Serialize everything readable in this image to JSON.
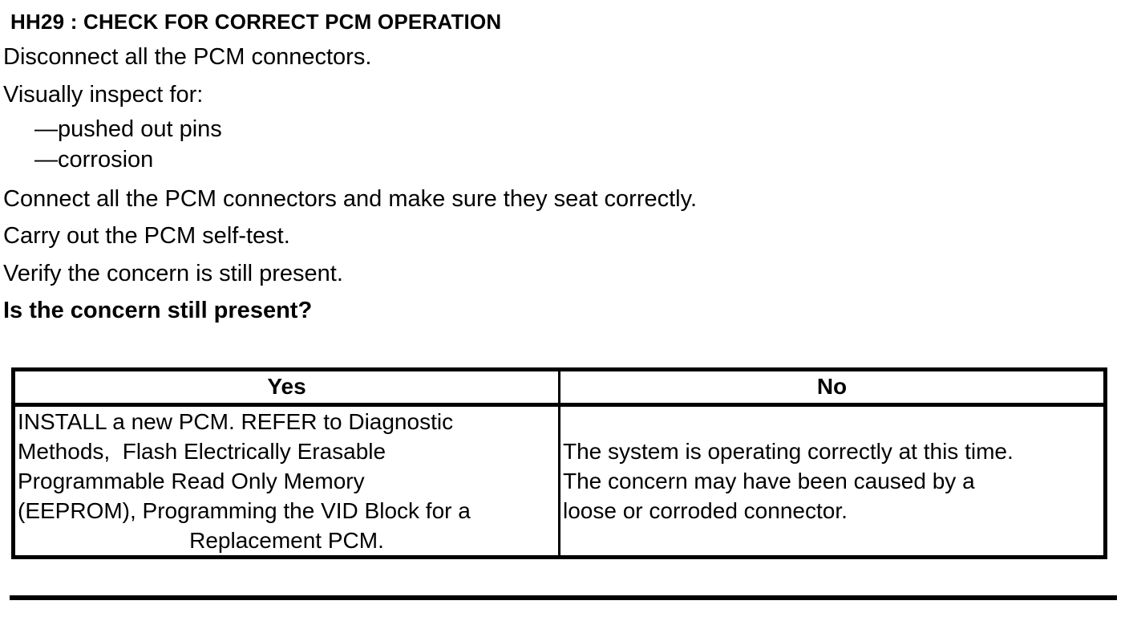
{
  "colors": {
    "ink": "#000000",
    "paper": "#ffffff"
  },
  "procedure": {
    "heading": "HH29 : CHECK FOR CORRECT PCM OPERATION",
    "steps": [
      {
        "text": "Disconnect all the PCM connectors."
      },
      {
        "text": "Visually inspect for:",
        "sub_items": [
          "—pushed out pins",
          "—corrosion"
        ]
      },
      {
        "text": "Connect all the PCM connectors and make sure they seat correctly."
      },
      {
        "text": "Carry out the PCM self-test."
      },
      {
        "text": "Verify the concern is still present."
      }
    ],
    "question": "Is the concern still present?"
  },
  "decision_table": {
    "columns": [
      {
        "header": "Yes",
        "body": "INSTALL a new PCM. REFER to Diagnostic\nMethods,  Flash Electrically Erasable\nProgrammable Read Only Memory\n(EEPROM), Programming the VID Block for a",
        "last_line": "Replacement PCM."
      },
      {
        "header": "No",
        "body": "The system is operating correctly at this time.\nThe concern may have been caused by a\nloose or corroded connector."
      }
    ]
  }
}
